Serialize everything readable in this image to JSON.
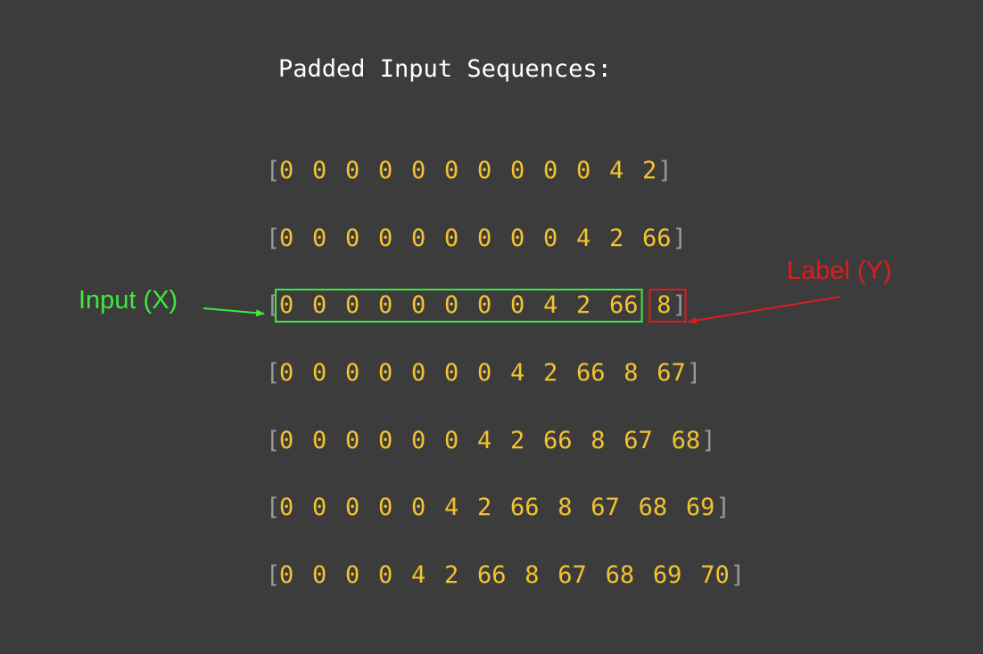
{
  "title": "Padded Input Sequences:",
  "sequences": [
    [
      "0",
      "0",
      "0",
      "0",
      "0",
      "0",
      "0",
      "0",
      "0",
      "0",
      "4",
      "2"
    ],
    [
      "0",
      "0",
      "0",
      "0",
      "0",
      "0",
      "0",
      "0",
      "0",
      "4",
      "2",
      "66"
    ],
    [
      "0",
      "0",
      "0",
      "0",
      "0",
      "0",
      "0",
      "0",
      "4",
      "2",
      "66",
      "8"
    ],
    [
      "0",
      "0",
      "0",
      "0",
      "0",
      "0",
      "0",
      "4",
      "2",
      "66",
      "8",
      "67"
    ],
    [
      "0",
      "0",
      "0",
      "0",
      "0",
      "0",
      "4",
      "2",
      "66",
      "8",
      "67",
      "68"
    ],
    [
      "0",
      "0",
      "0",
      "0",
      "0",
      "4",
      "2",
      "66",
      "8",
      "67",
      "68",
      "69"
    ],
    [
      "0",
      "0",
      "0",
      "0",
      "4",
      "2",
      "66",
      "8",
      "67",
      "68",
      "69",
      "70"
    ]
  ],
  "brackets": {
    "open": "[",
    "close": "]"
  },
  "annotations": {
    "input_label": "Input (X)",
    "output_label": "Label (Y)",
    "highlight_row": 2
  },
  "colors": {
    "background": "#3c3c3c",
    "numbers": "#f2c230",
    "brackets": "#9a9a9a",
    "input_highlight": "#3ee83e",
    "label_highlight": "#e01b1b"
  }
}
